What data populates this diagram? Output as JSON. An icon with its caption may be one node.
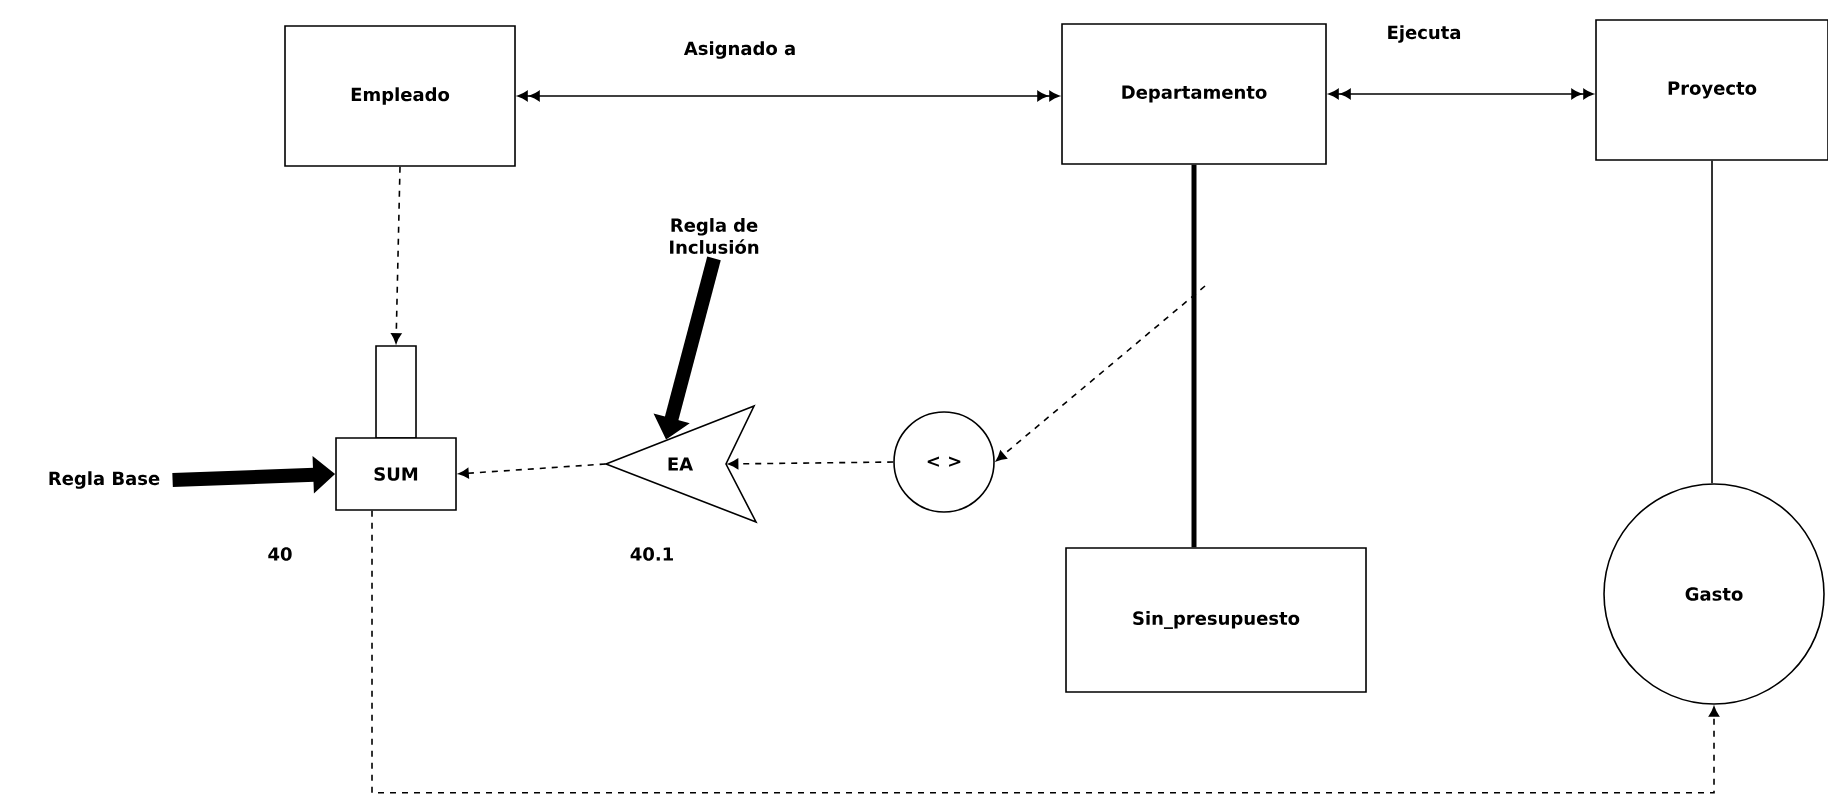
{
  "diagram": {
    "nodes": [
      {
        "text": [
          "Empleado"
        ]
      },
      {
        "text": [
          "Departamento"
        ]
      },
      {
        "text": [
          "Proyecto"
        ]
      },
      {
        "text": [
          "SUM"
        ]
      },
      {
        "text": [
          "EA"
        ]
      },
      {
        "text": [
          "< >"
        ]
      },
      {
        "text": [
          "Sin_presupuesto"
        ]
      },
      {
        "text": [
          "Gasto"
        ]
      },
      {
        "text": [
          "Regla Base"
        ]
      },
      {
        "text": [
          "Regla de Inclusión"
        ]
      }
    ],
    "edges": [
      {
        "from": 0,
        "to": 1,
        "arrow": "both",
        "label": "Asignado a"
      },
      {
        "from": 1,
        "to": 2,
        "arrow": "both",
        "label": "Ejecuta"
      },
      {
        "from": 0,
        "to": 3,
        "arrow": "to",
        "style": "dashed"
      },
      {
        "from": 4,
        "to": 3,
        "arrow": "to",
        "style": "dashed"
      },
      {
        "from": 5,
        "to": 4,
        "arrow": "to",
        "style": "dashed"
      },
      {
        "from": 1,
        "to": 6,
        "arrow": "none",
        "style": "thick"
      },
      {
        "from": null,
        "to": 5,
        "arrow": "to",
        "style": "dashed"
      },
      {
        "from": 2,
        "to": 7,
        "arrow": "none"
      },
      {
        "from": 3,
        "to": 7,
        "arrow": "to",
        "style": "dashed"
      },
      {
        "from": 8,
        "to": 3,
        "arrow": "to",
        "style": "thick"
      },
      {
        "from": 9,
        "to": 4,
        "arrow": "to",
        "style": "thick"
      }
    ],
    "labels": [
      "40",
      "40.1"
    ]
  }
}
